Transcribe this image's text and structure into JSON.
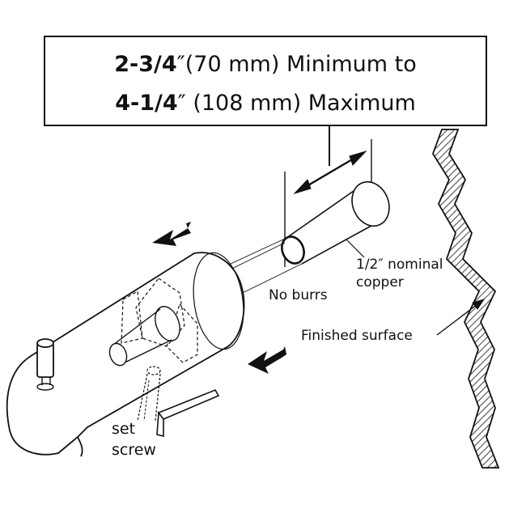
{
  "callout": {
    "line1_bold": "2-3/4",
    "line1_mark": "″",
    "line1_rest": "(70 mm) Minimum to",
    "line2_bold": "4-1/4",
    "line2_mark": "″",
    "line2_rest": " (108 mm) Maximum"
  },
  "labels": {
    "pipe_size_line1": "1/2″ nominal",
    "pipe_size_line2": "copper",
    "no_burrs": "No burrs",
    "finished_surface": "Finished surface",
    "set_screw_line1": "set",
    "set_screw_line2": "screw"
  },
  "colors": {
    "ink": "#111111",
    "background": "#ffffff"
  }
}
